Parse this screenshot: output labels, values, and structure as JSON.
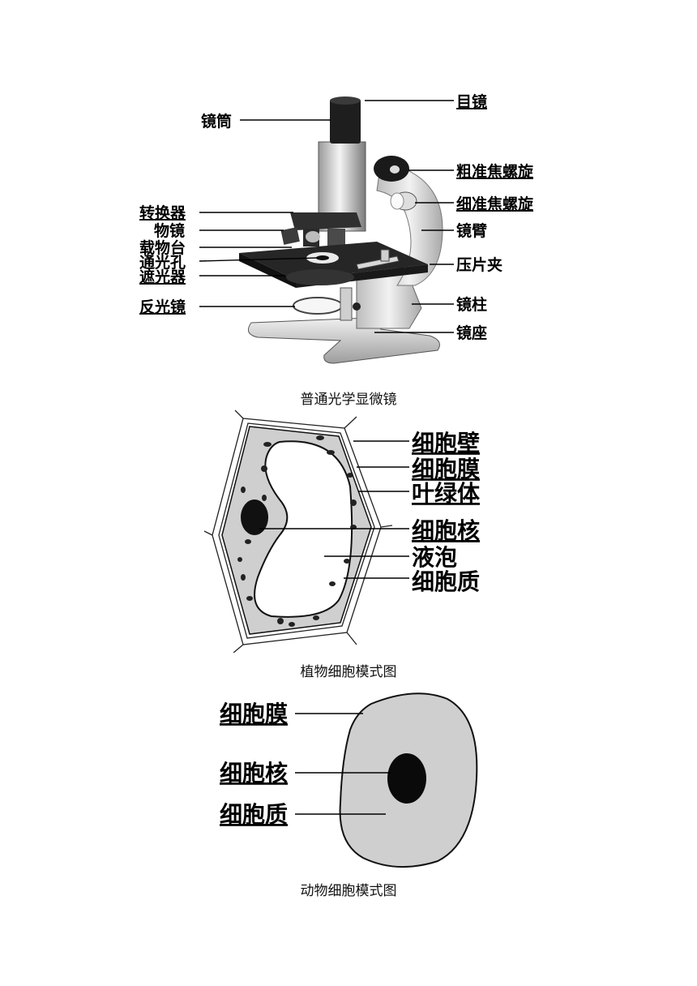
{
  "microscope": {
    "caption": "普通光学显微镜",
    "labels": {
      "eyepiece": "目镜",
      "tube": "镜筒",
      "coarse_focus": "粗准焦螺旋",
      "fine_focus": "细准焦螺旋",
      "nosepiece": "转换器",
      "objective": "物镜",
      "stage": "载物台",
      "aperture": "通光孔",
      "diaphragm": "遮光器",
      "arm": "镜臂",
      "stage_clip": "压片夹",
      "mirror": "反光镜",
      "pillar": "镜柱",
      "base": "镜座"
    }
  },
  "plant_cell": {
    "caption": "植物细胞模式图",
    "labels": {
      "wall": "细胞壁",
      "membrane": "细胞膜",
      "chloroplast": "叶绿体",
      "nucleus": "细胞核",
      "vacuole": "液泡",
      "cytoplasm": "细胞质"
    }
  },
  "animal_cell": {
    "caption": "动物细胞模式图",
    "labels": {
      "membrane": "细胞膜",
      "nucleus": "细胞核",
      "cytoplasm": "细胞质"
    }
  },
  "colors": {
    "cytoplasm_gray": "#cfcfcf",
    "metal_light": "#e6e6e6",
    "metal_dark": "#2a2a2a"
  }
}
